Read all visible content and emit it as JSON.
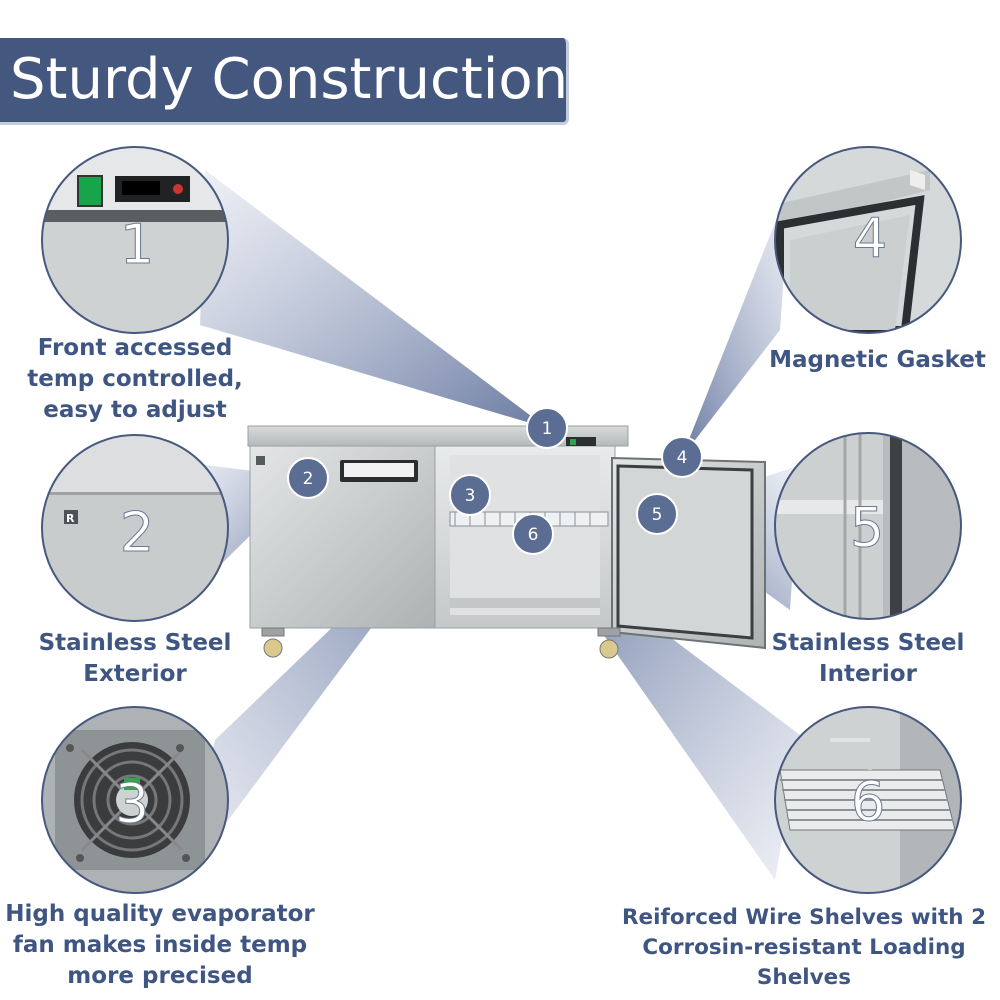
{
  "banner": {
    "title": "Sturdy Construction:"
  },
  "features": [
    {
      "number": "1",
      "caption_lines": [
        "Front accessed",
        "temp controlled,",
        "easy to adjust"
      ]
    },
    {
      "number": "2",
      "caption_lines": [
        "Stainless Steel",
        "Exterior"
      ]
    },
    {
      "number": "3",
      "caption_lines": [
        "High quality evaporator",
        "fan makes inside temp",
        "more precised"
      ]
    },
    {
      "number": "4",
      "caption_lines": [
        "Magnetic Gasket"
      ]
    },
    {
      "number": "5",
      "caption_lines": [
        "Stainless Steel",
        "Interior"
      ]
    },
    {
      "number": "6",
      "caption_lines": [
        "Reiforced Wire Shelves with 2",
        "Corrosin-resistant Loading",
        "Shelves"
      ]
    }
  ],
  "colors": {
    "banner": "#44577f",
    "label_text": "#3f5582",
    "marker_fill": "#5b6d92",
    "beam": "#7f8fb2"
  }
}
